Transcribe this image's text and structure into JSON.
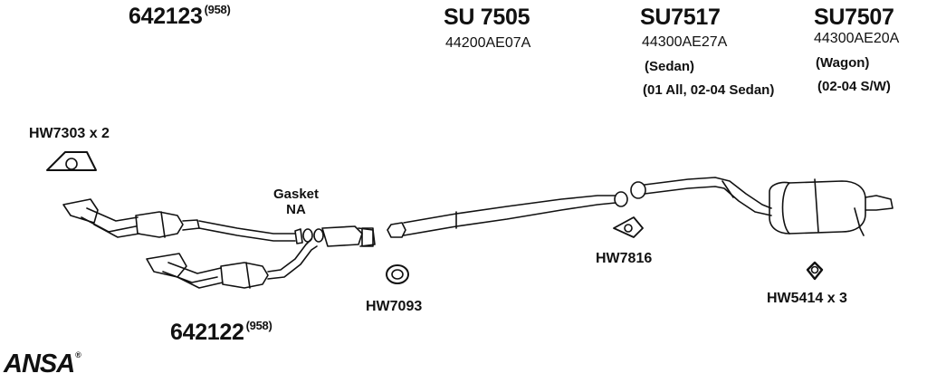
{
  "parts": {
    "front_pipe_upper": {
      "number": "642123",
      "note": "(958)"
    },
    "front_pipe_lower": {
      "number": "642122",
      "note": "(958)"
    },
    "center_pipe": {
      "number": "SU 7505",
      "oem": "44200AE07A"
    },
    "muffler_sedan": {
      "number": "SU7517",
      "oem": "44300AE27A",
      "body": "(Sedan)",
      "fitment": "(01 All, 02-04 Sedan)"
    },
    "muffler_wagon": {
      "number": "SU7507",
      "oem": "44300AE20A",
      "body": "(Wagon)",
      "fitment": "(02-04 S/W)"
    }
  },
  "hardware": {
    "hw7303": "HW7303 x 2",
    "hw7093": "HW7093",
    "hw7816": "HW7816",
    "hw5414": "HW5414 x 3"
  },
  "gasket": {
    "line1": "Gasket",
    "line2": "NA"
  },
  "brand": {
    "name": "ANSA",
    "mark": "®"
  }
}
